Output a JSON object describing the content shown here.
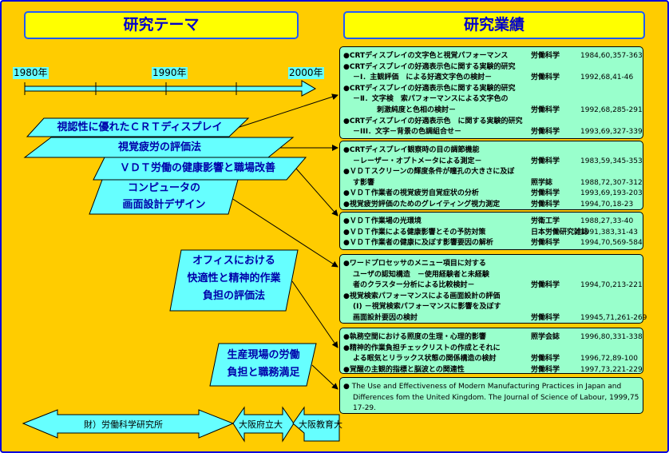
{
  "headers": {
    "themes": "研究テーマ",
    "achievements": "研究業績"
  },
  "timeline": [
    "1980年",
    "1990年",
    "2000年"
  ],
  "themes": [
    "視認性に優れたＣＲＴディスプレイ",
    "視覚疲労の評価法",
    "ＶＤＴ労働の健康影響と職場改善",
    [
      "コンピュータの",
      "画面設計デザイン"
    ],
    [
      "オフィスにおける",
      "快適性と精神的作業",
      "負担の評価法"
    ],
    [
      "生産現場の労働",
      "負担と職務満足"
    ]
  ],
  "organizations": [
    "財）労働科学研究所",
    "大阪府立大",
    "大阪教育大"
  ],
  "publications": [
    [
      {
        "lines": [
          "●CRTディスプレイの文字色と視覚パフォーマンス"
        ],
        "journal": "労働科学",
        "citation": "1984,60,357-363"
      },
      {
        "lines": [
          "●CRTディスプレイの好適表示色に関する実験的研究",
          "－Ⅰ．主観評価　による好適文字色の検討－"
        ],
        "journal": "労働科学",
        "citation": "1992,68,41-46"
      },
      {
        "lines": [
          "●CRTディスプレイの好適表示色に関する実験的研究",
          "－Ⅱ．文字検　索パフォーマンスによる文字色の",
          "刺激純度と色相の検討－"
        ],
        "journal": "労働科学",
        "citation": "1992,68,285-291"
      },
      {
        "lines": [
          "●CRTディスプレイの好適表示色　に関する実験的研究",
          "－III．文字－背景の色調組合せ－"
        ],
        "journal": "労働科学",
        "citation": "1993,69,327-339"
      }
    ],
    [
      {
        "lines": [
          "●CRTディスプレイ観察時の目の調節機能",
          "－レーザー・オプトメータによる測定－"
        ],
        "journal": "労働科学",
        "citation": "1983,59,345-353"
      },
      {
        "lines": [
          "●ＶＤＴスクリーンの輝度条件が瞳孔の大きさに及ぼ",
          "す影響"
        ],
        "journal": "照学誌",
        "citation": "1988,72,307-312"
      },
      {
        "lines": [
          "●ＶＤＴ作業者の視覚疲労自覚症状の分析"
        ],
        "journal": "労働科学",
        "citation": "1993,69,193-203"
      },
      {
        "lines": [
          "●視覚疲労評価のためのグレイティング視力測定"
        ],
        "journal": "労働科学",
        "citation": "1994,70,18-23"
      }
    ],
    [
      {
        "lines": [
          "●ＶＤＴ作業場の光環境"
        ],
        "journal": "労衛工学",
        "citation": "1988,27,33-40"
      },
      {
        "lines": [
          "●ＶＤＴ作業による健康影響とその予防対策"
        ],
        "journal": "日本労働研究雑誌",
        "citation": "1991,383,31-43"
      },
      {
        "lines": [
          "●ＶＤＴ作業者の健康に及ぼす影響要因の解析"
        ],
        "journal": "労働科学",
        "citation": "1994,70,569-584"
      }
    ],
    [
      {
        "lines": [
          "●ワードプロセッサのメニュー項目に対する",
          "ユーザの認知構造　－使用経験者と未経験",
          "者のクラスター分析による比較検討－"
        ],
        "journal": "労働科学",
        "citation": "1994,70,213-221"
      },
      {
        "lines": [
          "●視覚検索パフォーマンスによる画面設計の評価",
          "(I) －視覚検索パフォーマンスに影響を及ぼす",
          "画面設計要因の検討"
        ],
        "journal": "労働科学",
        "citation": "19945,71,261-269"
      }
    ],
    [
      {
        "lines": [
          "●執務空間における照度の生理・心理的影響"
        ],
        "journal": "照学会誌",
        "citation": "1996,80,331-338"
      },
      {
        "lines": [
          "●精神的作業負担チェックリストの作成とそれに",
          "よる眠気とリラックス状態の関係構造の検討"
        ],
        "journal": "労働科学",
        "citation": "1996,72,89-100"
      },
      {
        "lines": [
          "●覚醒の主観的指標と脳波との関連性"
        ],
        "journal": "労働科学",
        "citation": "1997,73,221-229"
      }
    ],
    [
      {
        "lines": [
          "● The Use and Effectiveness of Modern Manufacturing Practices in Japan and",
          "Differences fom the United Kingdom. The Journal of Science of Labour, 1999,75,",
          "17-29."
        ],
        "journal": "",
        "citation": ""
      }
    ]
  ]
}
